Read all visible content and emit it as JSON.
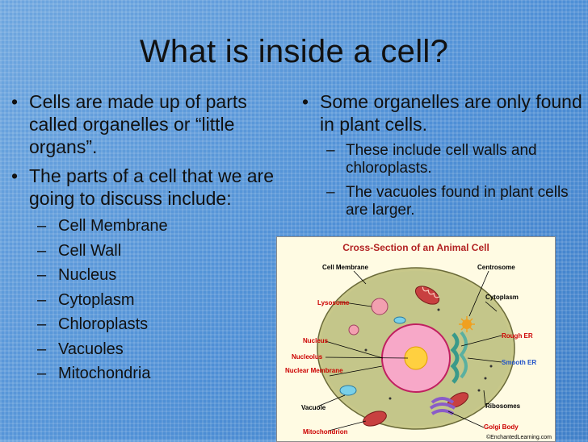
{
  "slide": {
    "title": "What is inside a cell?",
    "left_bullets": [
      "Cells are made up of parts called organelles or “little organs”.",
      "The parts of a cell that we are going to discuss include:"
    ],
    "left_sub_items": [
      "Cell Membrane",
      "Cell Wall",
      "Nucleus",
      "Cytoplasm",
      "Chloroplasts",
      "Vacuoles",
      "Mitochondria"
    ],
    "right_bullet": "Some organelles are only found in plant cells.",
    "right_sub_items": [
      "These include cell walls and chloroplasts.",
      "The vacuoles found in plant cells are larger."
    ]
  },
  "diagram": {
    "title": "Cross-Section of an Animal Cell",
    "labels": {
      "cell_membrane": "Cell Membrane",
      "centrosome": "Centrosome",
      "lysosome": "Lysosome",
      "cytoplasm": "Cytoplasm",
      "nucleus": "Nucleus",
      "rough_er": "Rough ER",
      "nucleolus": "Nucleolus",
      "smooth_er": "Smooth ER",
      "nuclear_membrane": "Nuclear Membrane",
      "vacuole": "Vacuole",
      "ribosomes": "Ribosomes",
      "golgi_body": "Golgi Body",
      "mitochondrion": "Mitochondrion",
      "credit": "©EnchantedLearning.com"
    },
    "colors": {
      "title": "#b22222",
      "red_label": "#cc0000",
      "blue_label": "#1e50c8",
      "black_label": "#000000",
      "cytoplasm": "#c8c88a",
      "nucleus": "#f7a8c8",
      "nucleolus": "#ffd040"
    }
  }
}
